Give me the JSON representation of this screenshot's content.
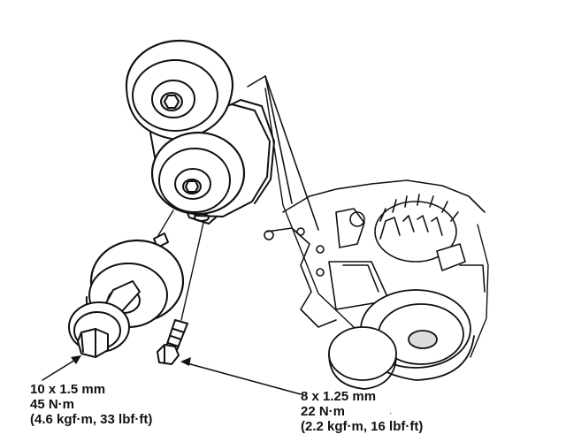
{
  "callouts": {
    "left_bolt": {
      "size": "10 x 1.5 mm",
      "torque_nm": "45 N·m",
      "torque_alt": "(4.6 kgf·m, 33 lbf·ft)"
    },
    "right_bolt": {
      "size": "8 x 1.25 mm",
      "torque_nm": "22 N·m",
      "torque_alt": "(2.2 kgf·m, 16 lbf·ft)"
    }
  },
  "colors": {
    "line": "#111111",
    "shade": "#dddddd",
    "background": "#ffffff"
  }
}
